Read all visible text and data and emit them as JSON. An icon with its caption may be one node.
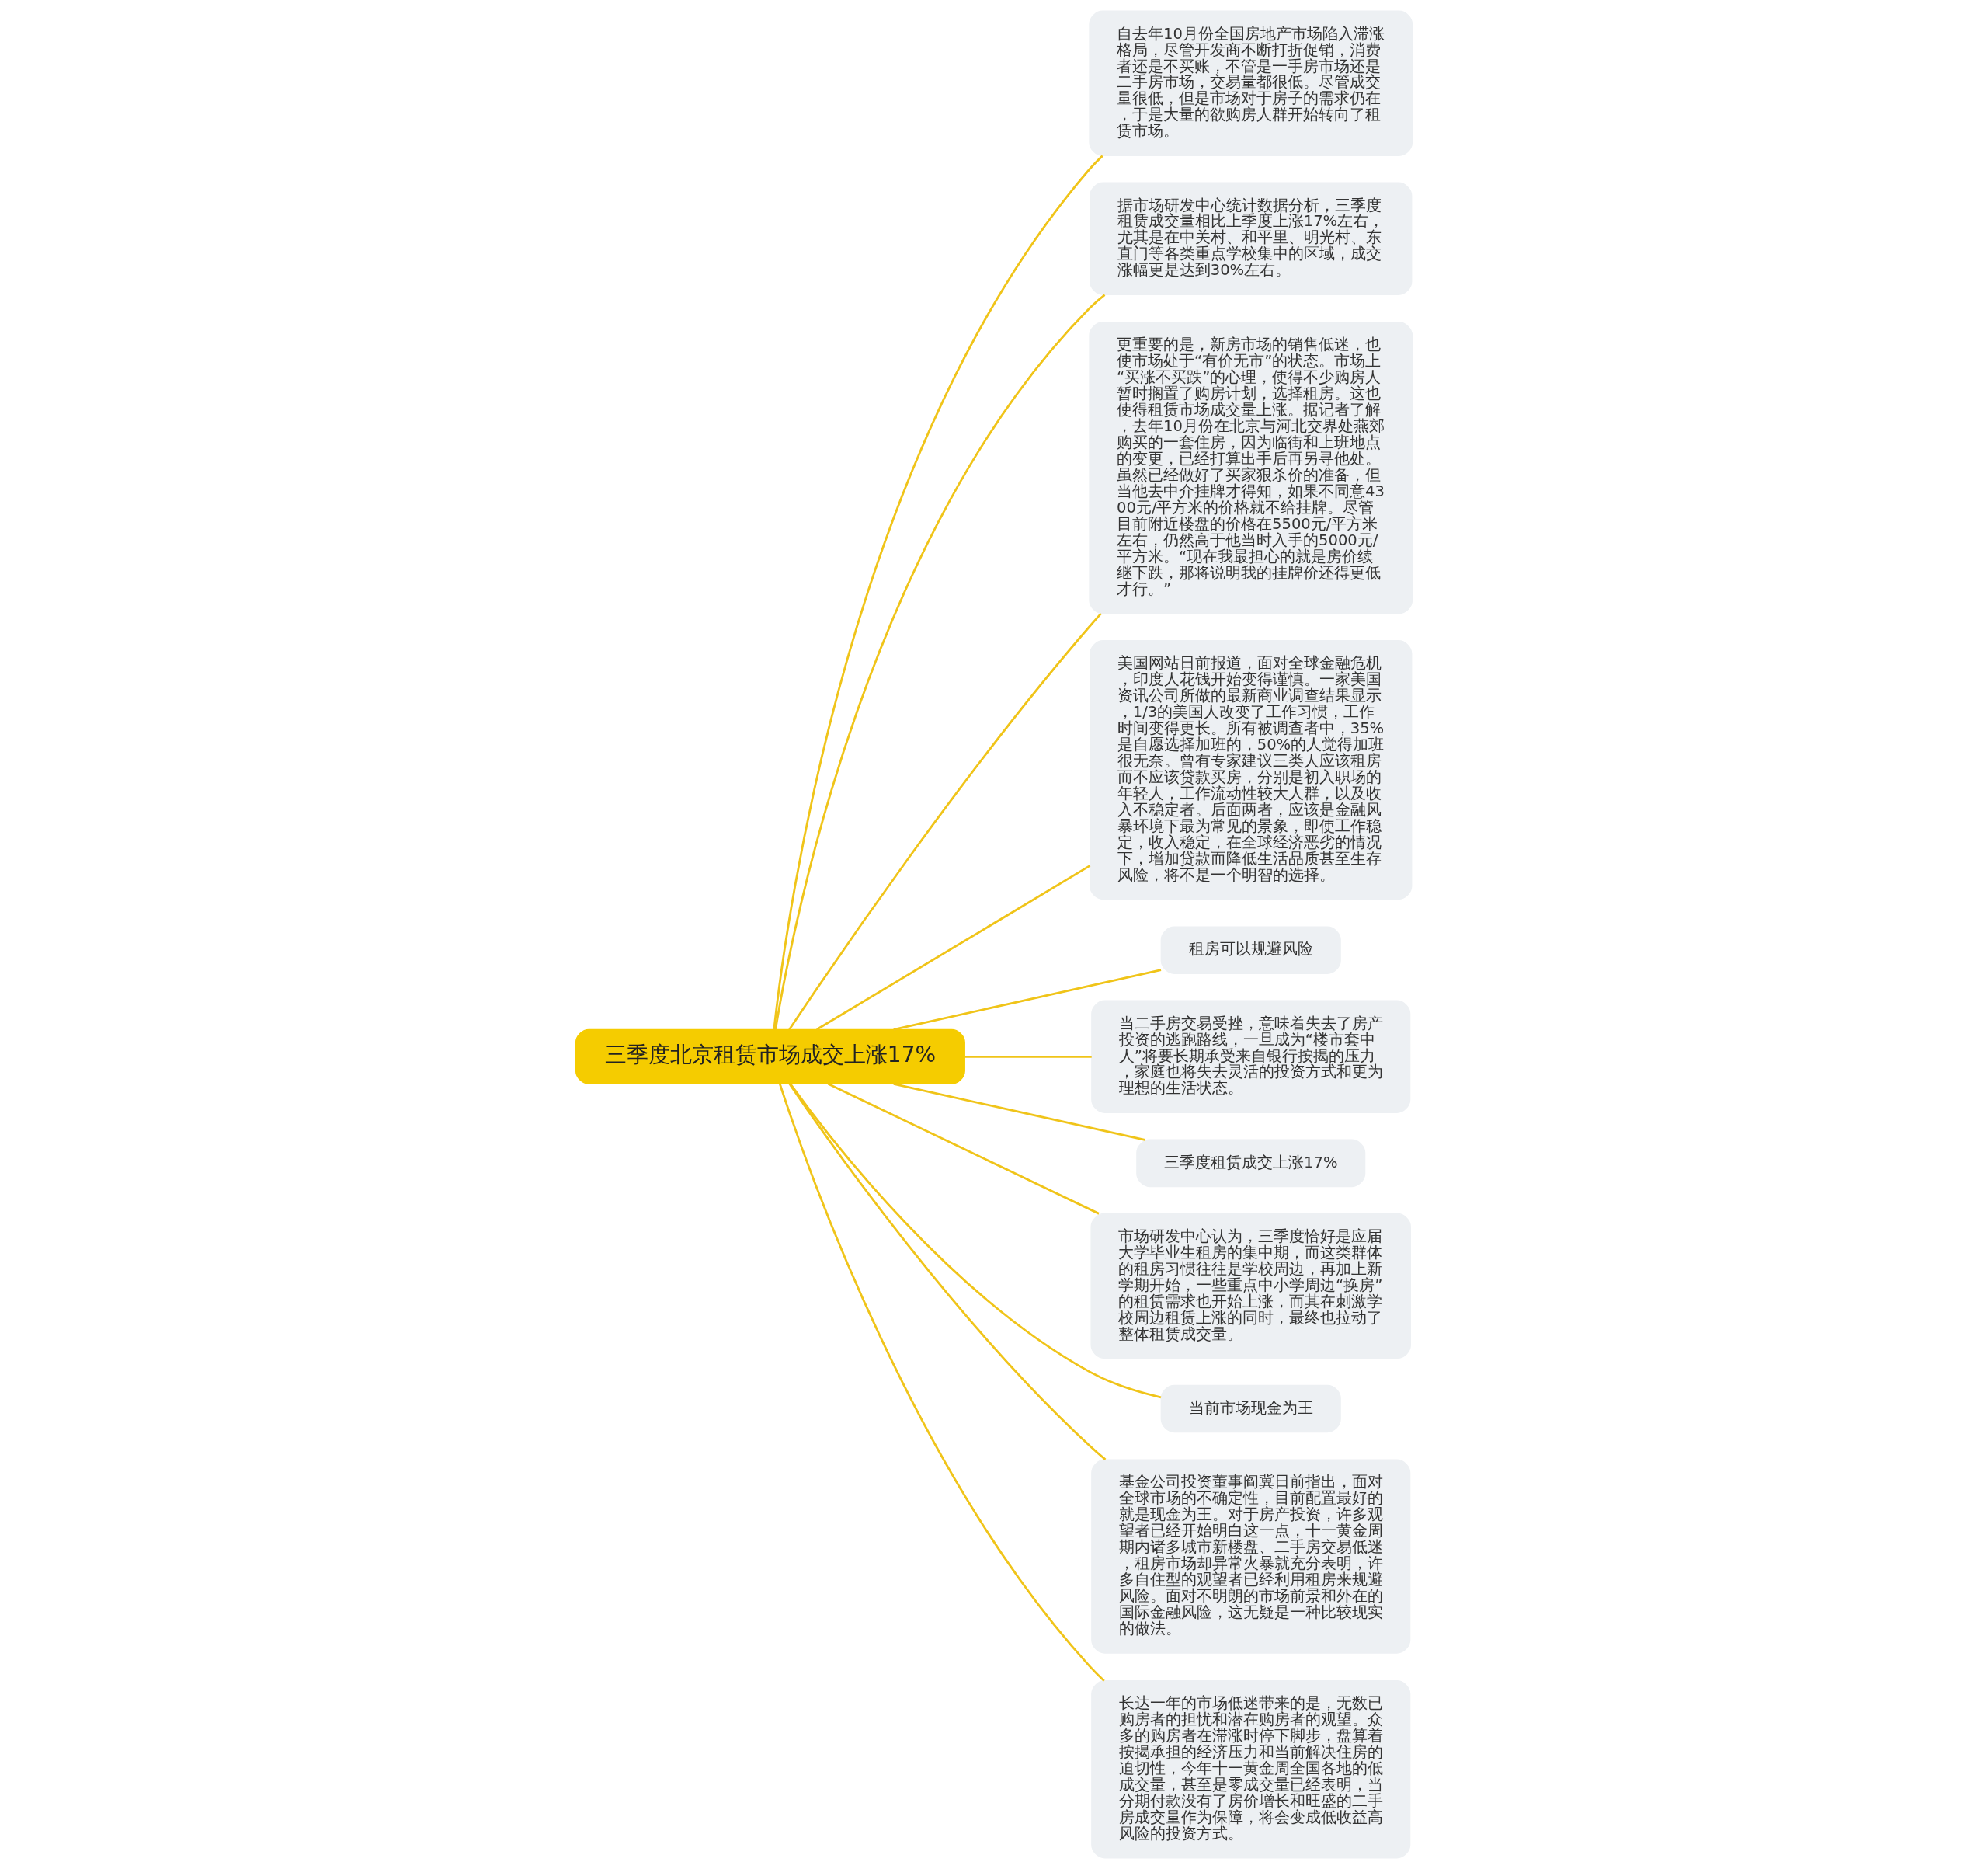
{
  "diagram": {
    "nodes": [
      {
        "text": [
          "三季度北京租赁市场成交上涨17%"
        ]
      },
      {
        "text": [
          "自去年10月份全国房地产市场陷入滞涨格局，尽管开发商不断打折促销，消费者还是不买账，不管是一手房市场还是二手房市场，交易量都很低。尽管成交量很低，但是市场对于房子的需求仍在，于是大量的欲购房人群开始转向了租赁市场。"
        ]
      },
      {
        "text": [
          "据市场研发中心统计数据分析，三季度租赁成交量相比上季度上涨17%左右，尤其是在中关村、和平里、明光村、东直门等各类重点学校集中的区域，成交涨幅更是达到30%左右。"
        ]
      },
      {
        "text": [
          "更重要的是，新房市场的销售低迷，也使市场处于“有价无市”的状态。市场上“买涨不买跌”的心理，使得不少购房人暂时搁置了购房计划，选择租房。这也使得租赁市场成交量上涨。据记者了解，去年10月份在北京与河北交界处燕郊购买的一套住房，因为临街和上班地点的变更，已经打算出手后再另寻他处。虽然已经做好了买家狠杀价的准备，但当他去中介挂牌才得知，如果不同意4300元/平方米的价格就不给挂牌。尽管目前附近楼盘的价格在5500元/平方米左右，仍然高于他当时入手的5000元/平方米。“现在我最担心的就是房价续继下跌，那将说明我的挂牌价还得更低才行。”"
        ]
      },
      {
        "text": [
          "美国网站日前报道，面对全球金融危机，印度人花钱开始变得谨慎。一家美国资讯公司所做的最新商业调查结果显示，1/3的美国人改变了工作习惯，工作时间变得更长。所有被调查者中，35%是自愿选择加班的，50%的人觉得加班很无奈。曾有专家建议三类人应该租房而不应该贷款买房，分别是初入职场的年轻人，工作流动性较大人群，以及收入不稳定者。后面两者，应该是金融风暴环境下最为常见的景象，即使工作稳定，收入稳定，在全球经济恶劣的情况下，增加贷款而降低生活品质甚至生存风险，将不是一个明智的选择。"
        ]
      },
      {
        "text": [
          "租房可以规避风险"
        ]
      },
      {
        "text": [
          "当二手房交易受挫，意味着失去了房产投资的逃跑路线，一旦成为“楼市套中人”将要长期承受来自银行按揭的压力，家庭也将失去灵活的投资方式和更为理想的生活状态。"
        ]
      },
      {
        "text": [
          "三季度租赁成交上涨17%"
        ]
      },
      {
        "text": [
          "市场研发中心认为，三季度恰好是应届大学毕业生租房的集中期，而这类群体的租房习惯往往是学校周边，再加上新学期开始，一些重点中小学周边“换房”的租赁需求也开始上涨，而其在刺激学校周边租赁上涨的同时，最终也拉动了整体租赁成交量。"
        ]
      },
      {
        "text": [
          "当前市场现金为王"
        ]
      },
      {
        "text": [
          "基金公司投资董事阎冀日前指出，面对全球市场的不确定性，目前配置最好的就是现金为王。对于房产投资，许多观望者已经开始明白这一点，十一黄金周期内诸多城市新楼盘、二手房交易低迷，租房市场却异常火暴就充分表明，许多自住型的观望者已经利用租房来规避风险。面对不明朗的市场前景和外在的国际金融风险，这无疑是一种比较现实的做法。"
        ]
      },
      {
        "text": [
          "长达一年的市场低迷带来的是，无数已购房者的担忧和潜在购房者的观望。众多的购房者在滞涨时停下脚步，盘算着按揭承担的经济压力和当前解决住房的迫切性，今年十一黄金周全国各地的低成交量，甚至是零成交量已经表明，当分期付款没有了房价增长和旺盛的二手房成交量作为保障，将会变成低收益高风险的投资方式。"
        ]
      }
    ],
    "edges": [
      {
        "from": 0,
        "to": 1,
        "arrow": "none"
      },
      {
        "from": 0,
        "to": 2,
        "arrow": "none"
      },
      {
        "from": 0,
        "to": 3,
        "arrow": "none"
      },
      {
        "from": 0,
        "to": 4,
        "arrow": "none"
      },
      {
        "from": 0,
        "to": 5,
        "arrow": "none"
      },
      {
        "from": 0,
        "to": 6,
        "arrow": "none"
      },
      {
        "from": 0,
        "to": 7,
        "arrow": "none"
      },
      {
        "from": 0,
        "to": 8,
        "arrow": "none"
      },
      {
        "from": 0,
        "to": 9,
        "arrow": "none"
      },
      {
        "from": 0,
        "to": 10,
        "arrow": "none"
      },
      {
        "from": 0,
        "to": 11,
        "arrow": "none"
      }
    ]
  }
}
